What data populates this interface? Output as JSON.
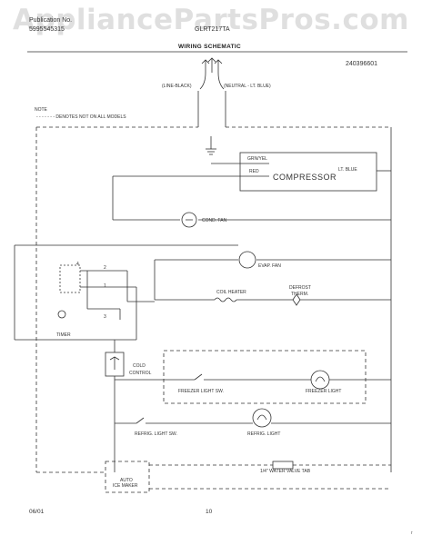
{
  "watermark": "AppliancePartsPros.com",
  "header": {
    "model_line_1": "Publication No.",
    "model_line_2": "5995545315",
    "model_right": "GLRT217TA",
    "title": "WIRING SCHEMATIC",
    "part_number": "240396601"
  },
  "line_labels": {
    "line": "(LINE-BLACK)",
    "neutral": "(NEUTRAL - LT. BLUE)"
  },
  "note": {
    "heading": "NOTE",
    "text": "- - - - - - - DENOTES NOT ON ALL MODELS"
  },
  "components": {
    "grn_yel": "GRN/YEL",
    "red": "RED",
    "compressor": "COMPRESSOR",
    "lt_blue": "LT. BLUE",
    "cond_fan": "COND. FAN",
    "evap_fan": "EVAP. FAN",
    "coil_heater": "COIL HEATER",
    "defrost_therm_1": "DEFROST",
    "defrost_therm_2": "THERM.",
    "timer": "TIMER",
    "cold_control_1": "COLD",
    "cold_control_2": "CONTROL",
    "freezer_light_sw": "FREEZER LIGHT SW.",
    "freezer_light": "FREEZER LIGHT",
    "refrig_light_sw": "REFRIG. LIGHT SW.",
    "refrig_light": "REFRIG. LIGHT",
    "ice_maker_1": "AUTO",
    "ice_maker_2": "ICE MAKER",
    "water_valve": "1/4\" WATER VALVE TAB"
  },
  "timer_terminals": [
    "4",
    "2",
    "1",
    "3"
  ],
  "footer": {
    "date": "06/01",
    "page": "10"
  },
  "colors": {
    "line": "#333333",
    "watermark": "#969696"
  }
}
